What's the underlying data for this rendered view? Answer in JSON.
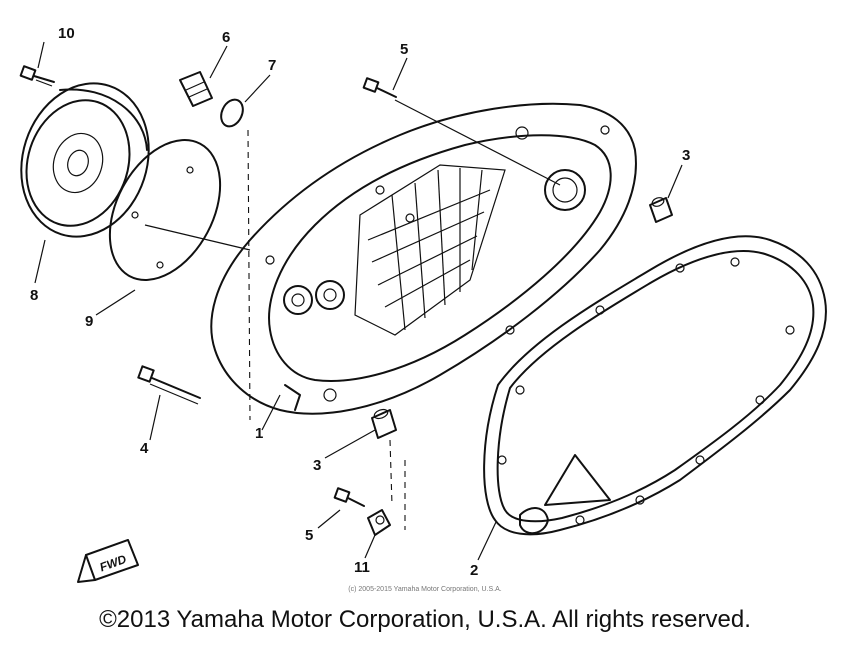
{
  "callouts": {
    "c1": "1",
    "c2": "2",
    "c3a": "3",
    "c3b": "3",
    "c4": "4",
    "c5a": "5",
    "c5b": "5",
    "c6": "6",
    "c7": "7",
    "c8": "8",
    "c9": "9",
    "c10": "10",
    "c11": "11"
  },
  "fwd_label": "FWD",
  "small_copyright": "(c) 2005-2015 Yamaha Motor Corporation, U.S.A.",
  "copyright": "©2013 Yamaha Motor Corporation, U.S.A. All rights reserved."
}
